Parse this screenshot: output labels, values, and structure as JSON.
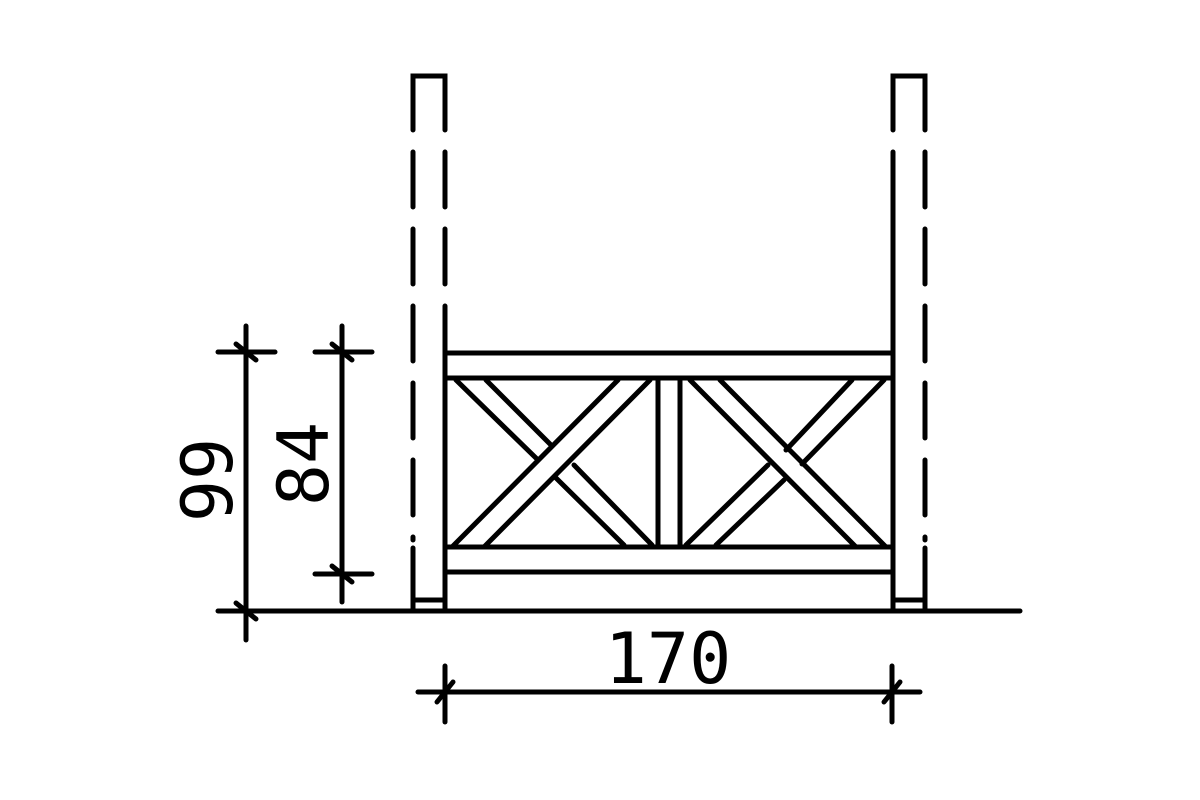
{
  "diagram": {
    "title": "Railing panel elevation with cross braces",
    "colors": {
      "line": "#000000",
      "background": "#ffffff"
    },
    "dimensions": {
      "total_height": {
        "label": "99"
      },
      "panel_height": {
        "label": "84"
      },
      "width": {
        "label": "170"
      }
    },
    "elements": [
      {
        "name": "left-post",
        "style": "dashed"
      },
      {
        "name": "right-post",
        "style": "dashed"
      },
      {
        "name": "top-rail",
        "style": "solid"
      },
      {
        "name": "bottom-rail",
        "style": "solid"
      },
      {
        "name": "center-baluster",
        "style": "solid"
      },
      {
        "name": "left-cross-brace",
        "style": "solid"
      },
      {
        "name": "right-cross-brace",
        "style": "solid"
      },
      {
        "name": "ground-line",
        "style": "solid"
      }
    ]
  }
}
